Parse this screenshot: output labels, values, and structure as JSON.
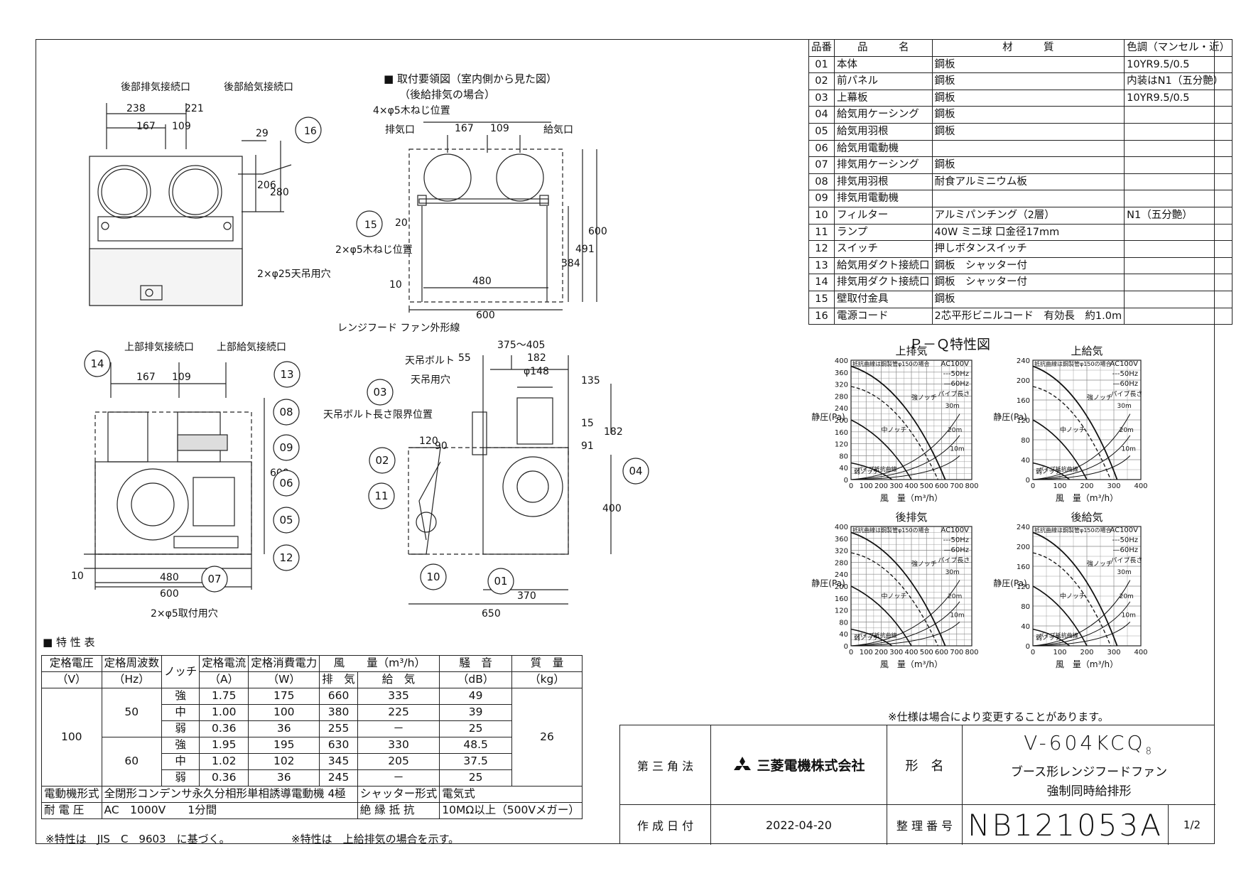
{
  "section_titles": {
    "mounting": "取付要領図（室内側から見た図）",
    "mounting_sub": "（後給排気の場合）",
    "spec": "特 性 表",
    "pq": "Ｐ－Ｑ特性図"
  },
  "dimension_labels": {
    "rear_exhaust": "後部排気接続口",
    "rear_supply": "後部給気接続口",
    "top_exhaust": "上部排気接続口",
    "top_supply": "上部給気接続口",
    "d238": "238",
    "d221": "221",
    "d167": "167",
    "d109": "109",
    "d29": "29",
    "d206": "206",
    "d280": "280",
    "hang_hole": "2×φ25天吊用穴",
    "screw4": "4×φ5木ねじ位置",
    "exhaust_port": "排気口",
    "supply_port": "給気口",
    "screw2": "2×φ5木ねじ位置",
    "d20": "20",
    "d480": "480",
    "d10": "10",
    "d384": "384",
    "d491": "491",
    "d600": "600",
    "hood_outline": "レンジフード ファン外形線",
    "mount_hole": "2×φ5取付用穴",
    "d375": "375～405",
    "d55": "55",
    "d182": "182",
    "d148": "φ148",
    "d135": "135",
    "d15": "15",
    "d91": "91",
    "d120": "120",
    "d90": "90",
    "d400": "400",
    "d370": "370",
    "d650": "650",
    "ceiling_bolt": "天吊ボルト",
    "ceiling_hole": "天吊用穴",
    "bolt_limit": "天吊ボルト長さ限界位置"
  },
  "callouts": [
    "16",
    "15",
    "14",
    "13",
    "08",
    "09",
    "06",
    "05",
    "12",
    "07",
    "03",
    "02",
    "11",
    "10",
    "01",
    "04"
  ],
  "parts_table": {
    "headers": [
      "品番",
      "品　　　名",
      "材　　　質",
      "色調（マンセル・近）"
    ],
    "rows": [
      {
        "no": "01",
        "name": "本体",
        "material": "鋼板",
        "color": "10YR9.5/0.5"
      },
      {
        "no": "02",
        "name": "前パネル",
        "material": "鋼板",
        "color": "内装はN1（五分艶）"
      },
      {
        "no": "03",
        "name": "上幕板",
        "material": "鋼板",
        "color": "10YR9.5/0.5"
      },
      {
        "no": "04",
        "name": "給気用ケーシング",
        "material": "鋼板",
        "color": ""
      },
      {
        "no": "05",
        "name": "給気用羽根",
        "material": "鋼板",
        "color": ""
      },
      {
        "no": "06",
        "name": "給気用電動機",
        "material": "",
        "color": ""
      },
      {
        "no": "07",
        "name": "排気用ケーシング",
        "material": "鋼板",
        "color": ""
      },
      {
        "no": "08",
        "name": "排気用羽根",
        "material": "耐食アルミニウム板",
        "color": ""
      },
      {
        "no": "09",
        "name": "排気用電動機",
        "material": "",
        "color": ""
      },
      {
        "no": "10",
        "name": "フィルター",
        "material": "アルミパンチング（2層）",
        "color": "N1（五分艶）"
      },
      {
        "no": "11",
        "name": "ランプ",
        "material": "40W ミニ球 口金径17mm",
        "color": ""
      },
      {
        "no": "12",
        "name": "スイッチ",
        "material": "押しボタンスイッチ",
        "color": ""
      },
      {
        "no": "13",
        "name": "給気用ダクト接続口",
        "material": "鋼板　シャッター付",
        "color": ""
      },
      {
        "no": "14",
        "name": "排気用ダクト接続口",
        "material": "鋼板　シャッター付",
        "color": ""
      },
      {
        "no": "15",
        "name": "壁取付金具",
        "material": "鋼板",
        "color": ""
      },
      {
        "no": "16",
        "name": "電源コード",
        "material": "2芯平形ビニルコード　有効長　約1.0m",
        "color": ""
      }
    ]
  },
  "spec_table": {
    "h1": [
      "定格電圧",
      "定格周波数",
      "ノッチ",
      "定格電流",
      "定格消費電力",
      "風　　量（m³/h）",
      "騒　音",
      "質　量"
    ],
    "h2": [
      "（V）",
      "（Hz）",
      "（A）",
      "（W）",
      "排　気",
      "給　気",
      "（dB）",
      "（kg）"
    ],
    "voltage": "100",
    "weight": "26",
    "rows": [
      {
        "freq": "50",
        "notch": "強",
        "current": "1.75",
        "power": "175",
        "exhaust": "660",
        "supply": "335",
        "noise": "49"
      },
      {
        "notch": "中",
        "current": "1.00",
        "power": "100",
        "exhaust": "380",
        "supply": "225",
        "noise": "39"
      },
      {
        "notch": "弱",
        "current": "0.36",
        "power": "36",
        "exhaust": "255",
        "supply": "－",
        "noise": "25"
      },
      {
        "freq": "60",
        "notch": "強",
        "current": "1.95",
        "power": "195",
        "exhaust": "630",
        "supply": "330",
        "noise": "48.5"
      },
      {
        "notch": "中",
        "current": "1.02",
        "power": "102",
        "exhaust": "345",
        "supply": "205",
        "noise": "37.5"
      },
      {
        "notch": "弱",
        "current": "0.36",
        "power": "36",
        "exhaust": "245",
        "supply": "－",
        "noise": "25"
      }
    ],
    "motor_label": "電動機形式",
    "motor_value": "全閉形コンデンサ永久分相形単相誘導電動機 4極",
    "shutter_label": "シャッター形式",
    "shutter_value": "電気式",
    "withstand_label": "耐 電 圧",
    "withstand_value": "AC　1000V　　1分間",
    "insulation_label": "絶 縁 抵 抗",
    "insulation_value": "10MΩ以上（500Vメガー）",
    "note1": "※特性は　JIS　C　9603　に基づく。",
    "note2": "※特性は　上給排気の場合を示す。"
  },
  "pq_charts": {
    "top_exhaust": {
      "title": "上排気",
      "ylim": [
        0,
        400
      ],
      "xlim": [
        0,
        800
      ],
      "yticks": [
        "0",
        "40",
        "80",
        "120",
        "160",
        "200",
        "240",
        "280",
        "320",
        "360",
        "400"
      ],
      "xticks": [
        "0",
        "100",
        "200",
        "300",
        "400",
        "500",
        "600",
        "700",
        "800"
      ]
    },
    "top_supply": {
      "title": "上給気",
      "ylim": [
        0,
        240
      ],
      "xlim": [
        0,
        400
      ],
      "yticks": [
        "0",
        "40",
        "80",
        "120",
        "160",
        "200",
        "240"
      ],
      "xticks": [
        "0",
        "100",
        "200",
        "300",
        "400"
      ]
    },
    "rear_exhaust": {
      "title": "後排気",
      "ylim": [
        0,
        400
      ],
      "xlim": [
        0,
        800
      ],
      "yticks": [
        "0",
        "40",
        "80",
        "120",
        "160",
        "200",
        "240",
        "280",
        "320",
        "360",
        "400"
      ],
      "xticks": [
        "0",
        "100",
        "200",
        "300",
        "400",
        "500",
        "600",
        "700",
        "800"
      ]
    },
    "rear_supply": {
      "title": "後給気",
      "ylim": [
        0,
        240
      ],
      "xlim": [
        0,
        400
      ],
      "yticks": [
        "0",
        "40",
        "80",
        "120",
        "160",
        "200",
        "240"
      ],
      "xticks": [
        "0",
        "100",
        "200",
        "300",
        "400"
      ]
    },
    "xlabel": "風　量（m³/h）",
    "ylabel": "静圧(Pa)",
    "ac": "AC100V",
    "hz50": "50Hz",
    "hz60": "60Hz",
    "note_top": "抵抗曲線は鋼製管φ150の場合",
    "notch_strong": "強ノッチ",
    "notch_mid": "中ノッチ",
    "notch_weak": "弱ノッチ",
    "pipe_len": "パイプ長さ",
    "pipe_curve": "パイプ抵抗曲線",
    "m30": "30m",
    "m20": "20m",
    "m10": "10m"
  },
  "title_block": {
    "notice": "※仕様は場合により変更することがあります。",
    "projection": "第 三 角 法",
    "company": "三菱電機株式会社",
    "model_label": "形　名",
    "model": "V-604KCQ",
    "model_suffix": "8",
    "desc1": "ブース形レンジフードファン",
    "desc2": "強制同時給排形",
    "date_label": "作 成 日 付",
    "date": "2022-04-20",
    "doc_label": "整 理 番 号",
    "doc_no": "NB121053A",
    "page": "1/2"
  }
}
